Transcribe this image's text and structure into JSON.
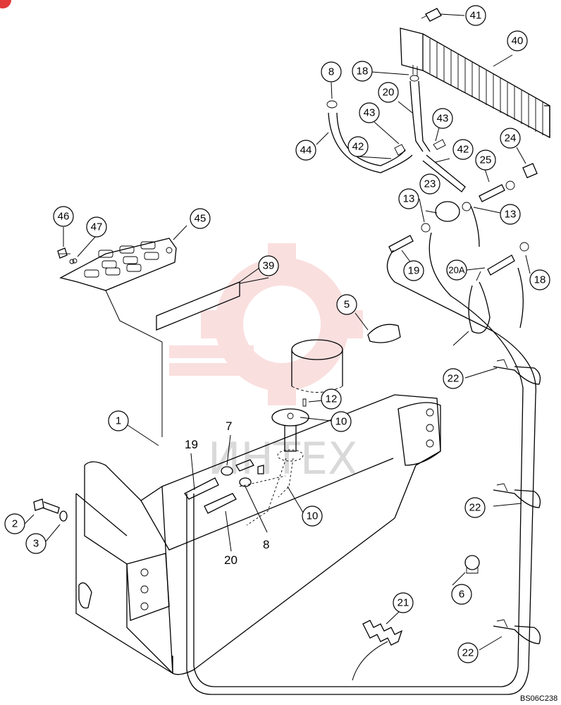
{
  "diagram": {
    "drawing_code": "BS06C238",
    "watermark_text": "ИНТЕХ",
    "callouts": [
      "1",
      "2",
      "3",
      "5",
      "6",
      "8",
      "10",
      "10",
      "12",
      "13",
      "13",
      "18",
      "18",
      "19",
      "20",
      "20A",
      "21",
      "22",
      "22",
      "22",
      "22",
      "23",
      "24",
      "25",
      "39",
      "40",
      "41",
      "42",
      "42",
      "43",
      "43",
      "44",
      "45",
      "46",
      "47"
    ],
    "plain_labels": [
      "7",
      "19",
      "20",
      "8"
    ]
  }
}
